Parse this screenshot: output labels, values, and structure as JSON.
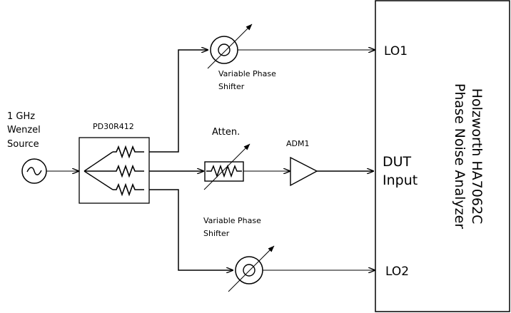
{
  "source": {
    "line1": "1 GHz",
    "line2": "Wenzel",
    "line3": "Source"
  },
  "splitter": {
    "label": "PD30R412"
  },
  "phase_shifter_top": {
    "line1": "Variable Phase",
    "line2": "Shifter"
  },
  "phase_shifter_bottom": {
    "line1": "Variable Phase",
    "line2": "Shifter"
  },
  "attenuator": {
    "label": "Atten."
  },
  "amplifier": {
    "label": "ADM1"
  },
  "analyzer": {
    "title_line1": "Holzworth HA7062C",
    "title_line2": "Phase Noise Analyzer",
    "port_lo1": "LO1",
    "port_dut_line1": "DUT",
    "port_dut_line2": "Input",
    "port_lo2": "LO2"
  }
}
